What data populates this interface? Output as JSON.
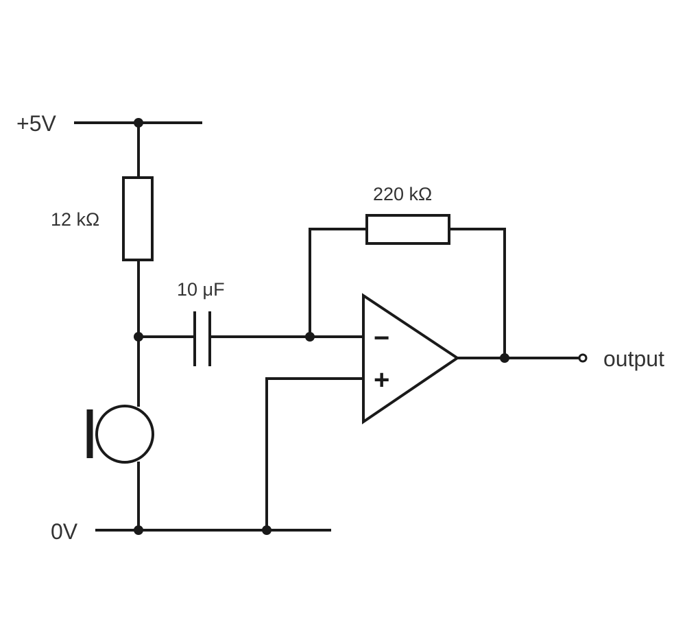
{
  "rails": {
    "positive": "+5V",
    "ground": "0V"
  },
  "components": {
    "bias_resistor": "12 kΩ",
    "feedback_resistor": "220 kΩ",
    "coupling_capacitor": "10 μF",
    "opamp_inverting": "−",
    "opamp_noninverting": "+"
  },
  "output_label": "output"
}
